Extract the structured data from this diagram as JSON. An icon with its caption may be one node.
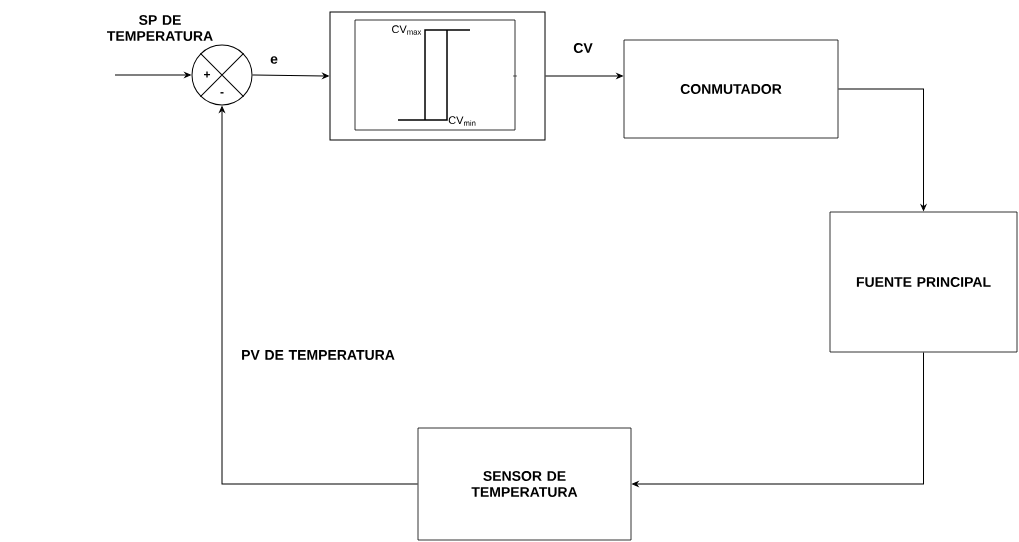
{
  "diagram": {
    "nodes": [
      {
        "text": [
          "+",
          "-"
        ]
      },
      {
        "text": [
          "CV$_{max}$",
          "CV$_{min}$"
        ]
      },
      {
        "text": [
          "CONMUTADOR"
        ]
      },
      {
        "text": [
          "FUENTE PRINCIPAL"
        ]
      },
      {
        "text": [
          "SENSOR DE TEMPERATURA"
        ]
      }
    ],
    "edges": [
      {
        "from": null,
        "to": 0,
        "arrow": "to",
        "label": "SP DE TEMPERATURA"
      },
      {
        "from": 0,
        "to": 1,
        "arrow": "to",
        "label": "e"
      },
      {
        "from": 1,
        "to": 2,
        "arrow": "to",
        "label": "CV"
      },
      {
        "from": 2,
        "to": 3,
        "arrow": "to"
      },
      {
        "from": 3,
        "to": 4,
        "arrow": "to"
      },
      {
        "from": 4,
        "to": 0,
        "arrow": "to",
        "label": "PV DE TEMPERATURA"
      }
    ]
  }
}
